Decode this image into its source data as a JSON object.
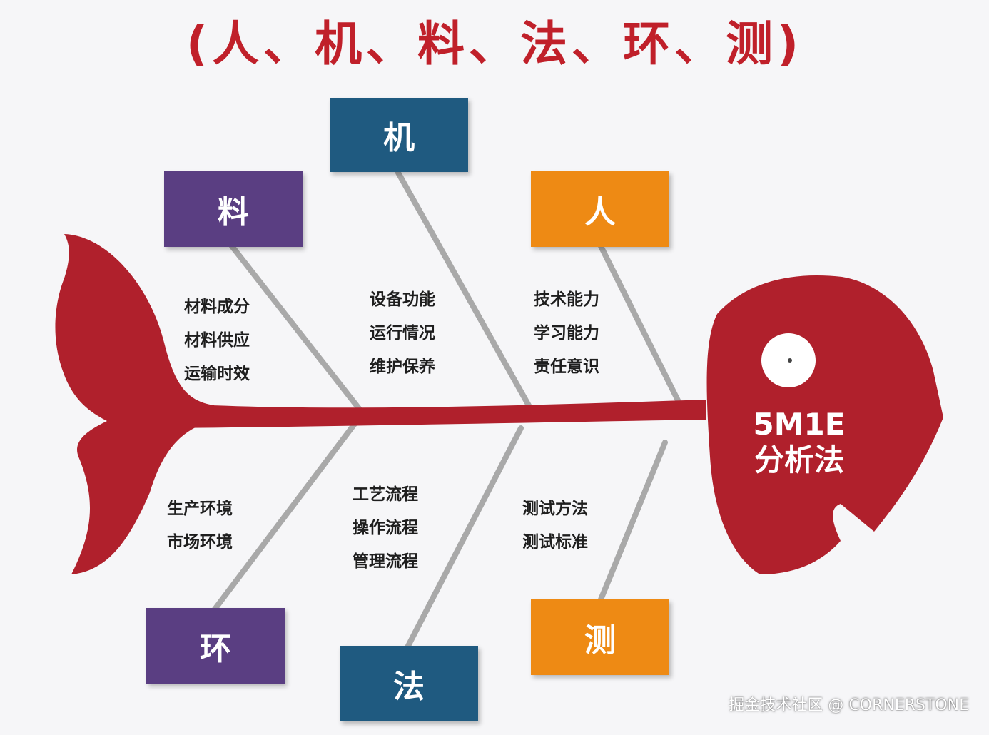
{
  "title": "(人、机、料、法、环、测)",
  "categories": {
    "machine": {
      "label": "机",
      "color": "#1f5a80",
      "items": [
        "设备功能",
        "运行情况",
        "维护保养"
      ]
    },
    "material": {
      "label": "料",
      "color": "#5a3e82",
      "items": [
        "材料成分",
        "材料供应",
        "运输时效"
      ]
    },
    "man": {
      "label": "人",
      "color": "#ee8a14",
      "items": [
        "技术能力",
        "学习能力",
        "责任意识"
      ]
    },
    "environment": {
      "label": "环",
      "color": "#5a3e82",
      "items": [
        "生产环境",
        "市场环境"
      ]
    },
    "method": {
      "label": "法",
      "color": "#1f5a80",
      "items": [
        "工艺流程",
        "操作流程",
        "管理流程"
      ]
    },
    "measurement": {
      "label": "测",
      "color": "#ee8a14",
      "items": [
        "测试方法",
        "测试标准"
      ]
    }
  },
  "fish_head": {
    "line1": "5M1E",
    "line2": "分析法",
    "color": "#b0202c"
  },
  "watermark": "掘金技术社区 @ CORNERSTONE"
}
